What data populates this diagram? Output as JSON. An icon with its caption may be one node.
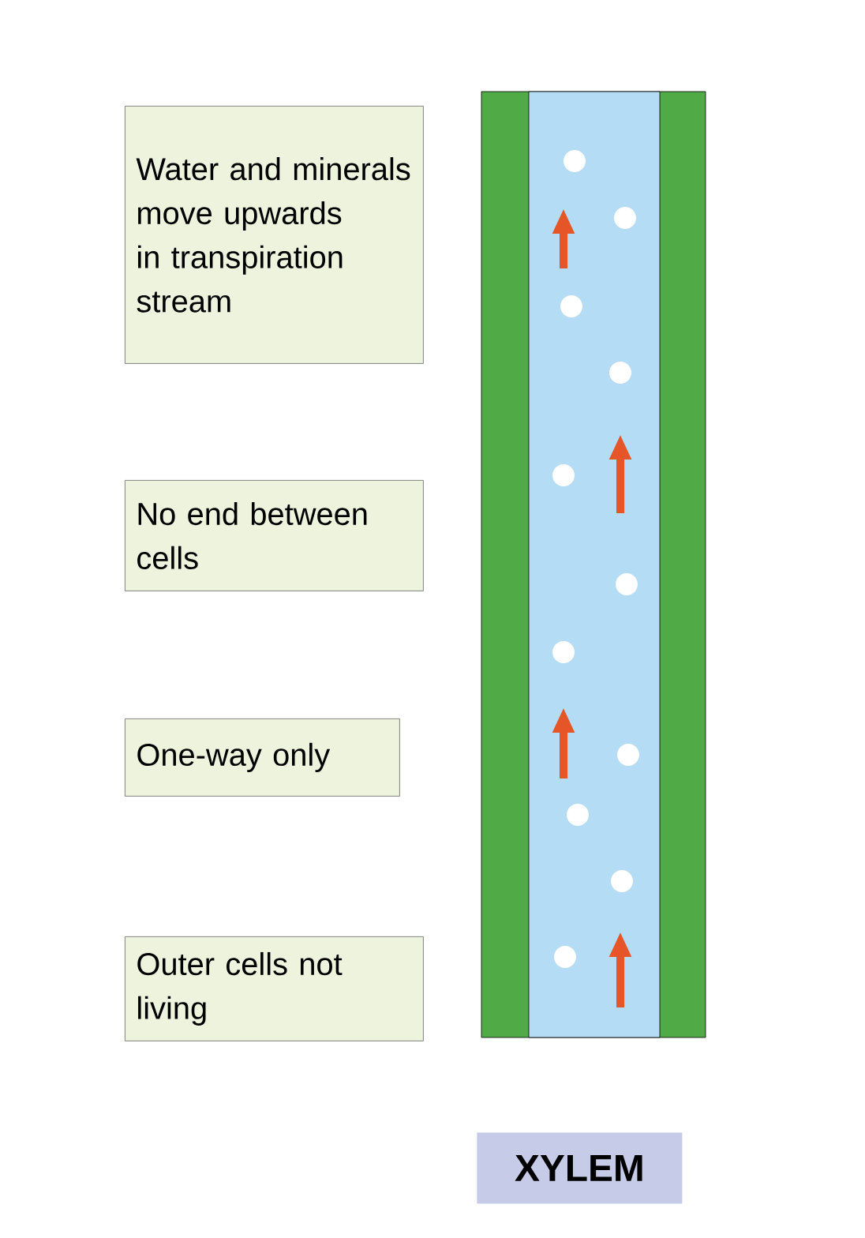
{
  "diagram": {
    "nodes": [
      {
        "text": [
          "Water and minerals move upwards in transpiration stream"
        ]
      },
      {
        "text": [
          "No end between cells"
        ]
      },
      {
        "text": [
          "One-way only"
        ]
      },
      {
        "text": [
          "Outer cells not living"
        ]
      },
      {
        "text": [
          "XYLEM"
        ]
      }
    ]
  }
}
